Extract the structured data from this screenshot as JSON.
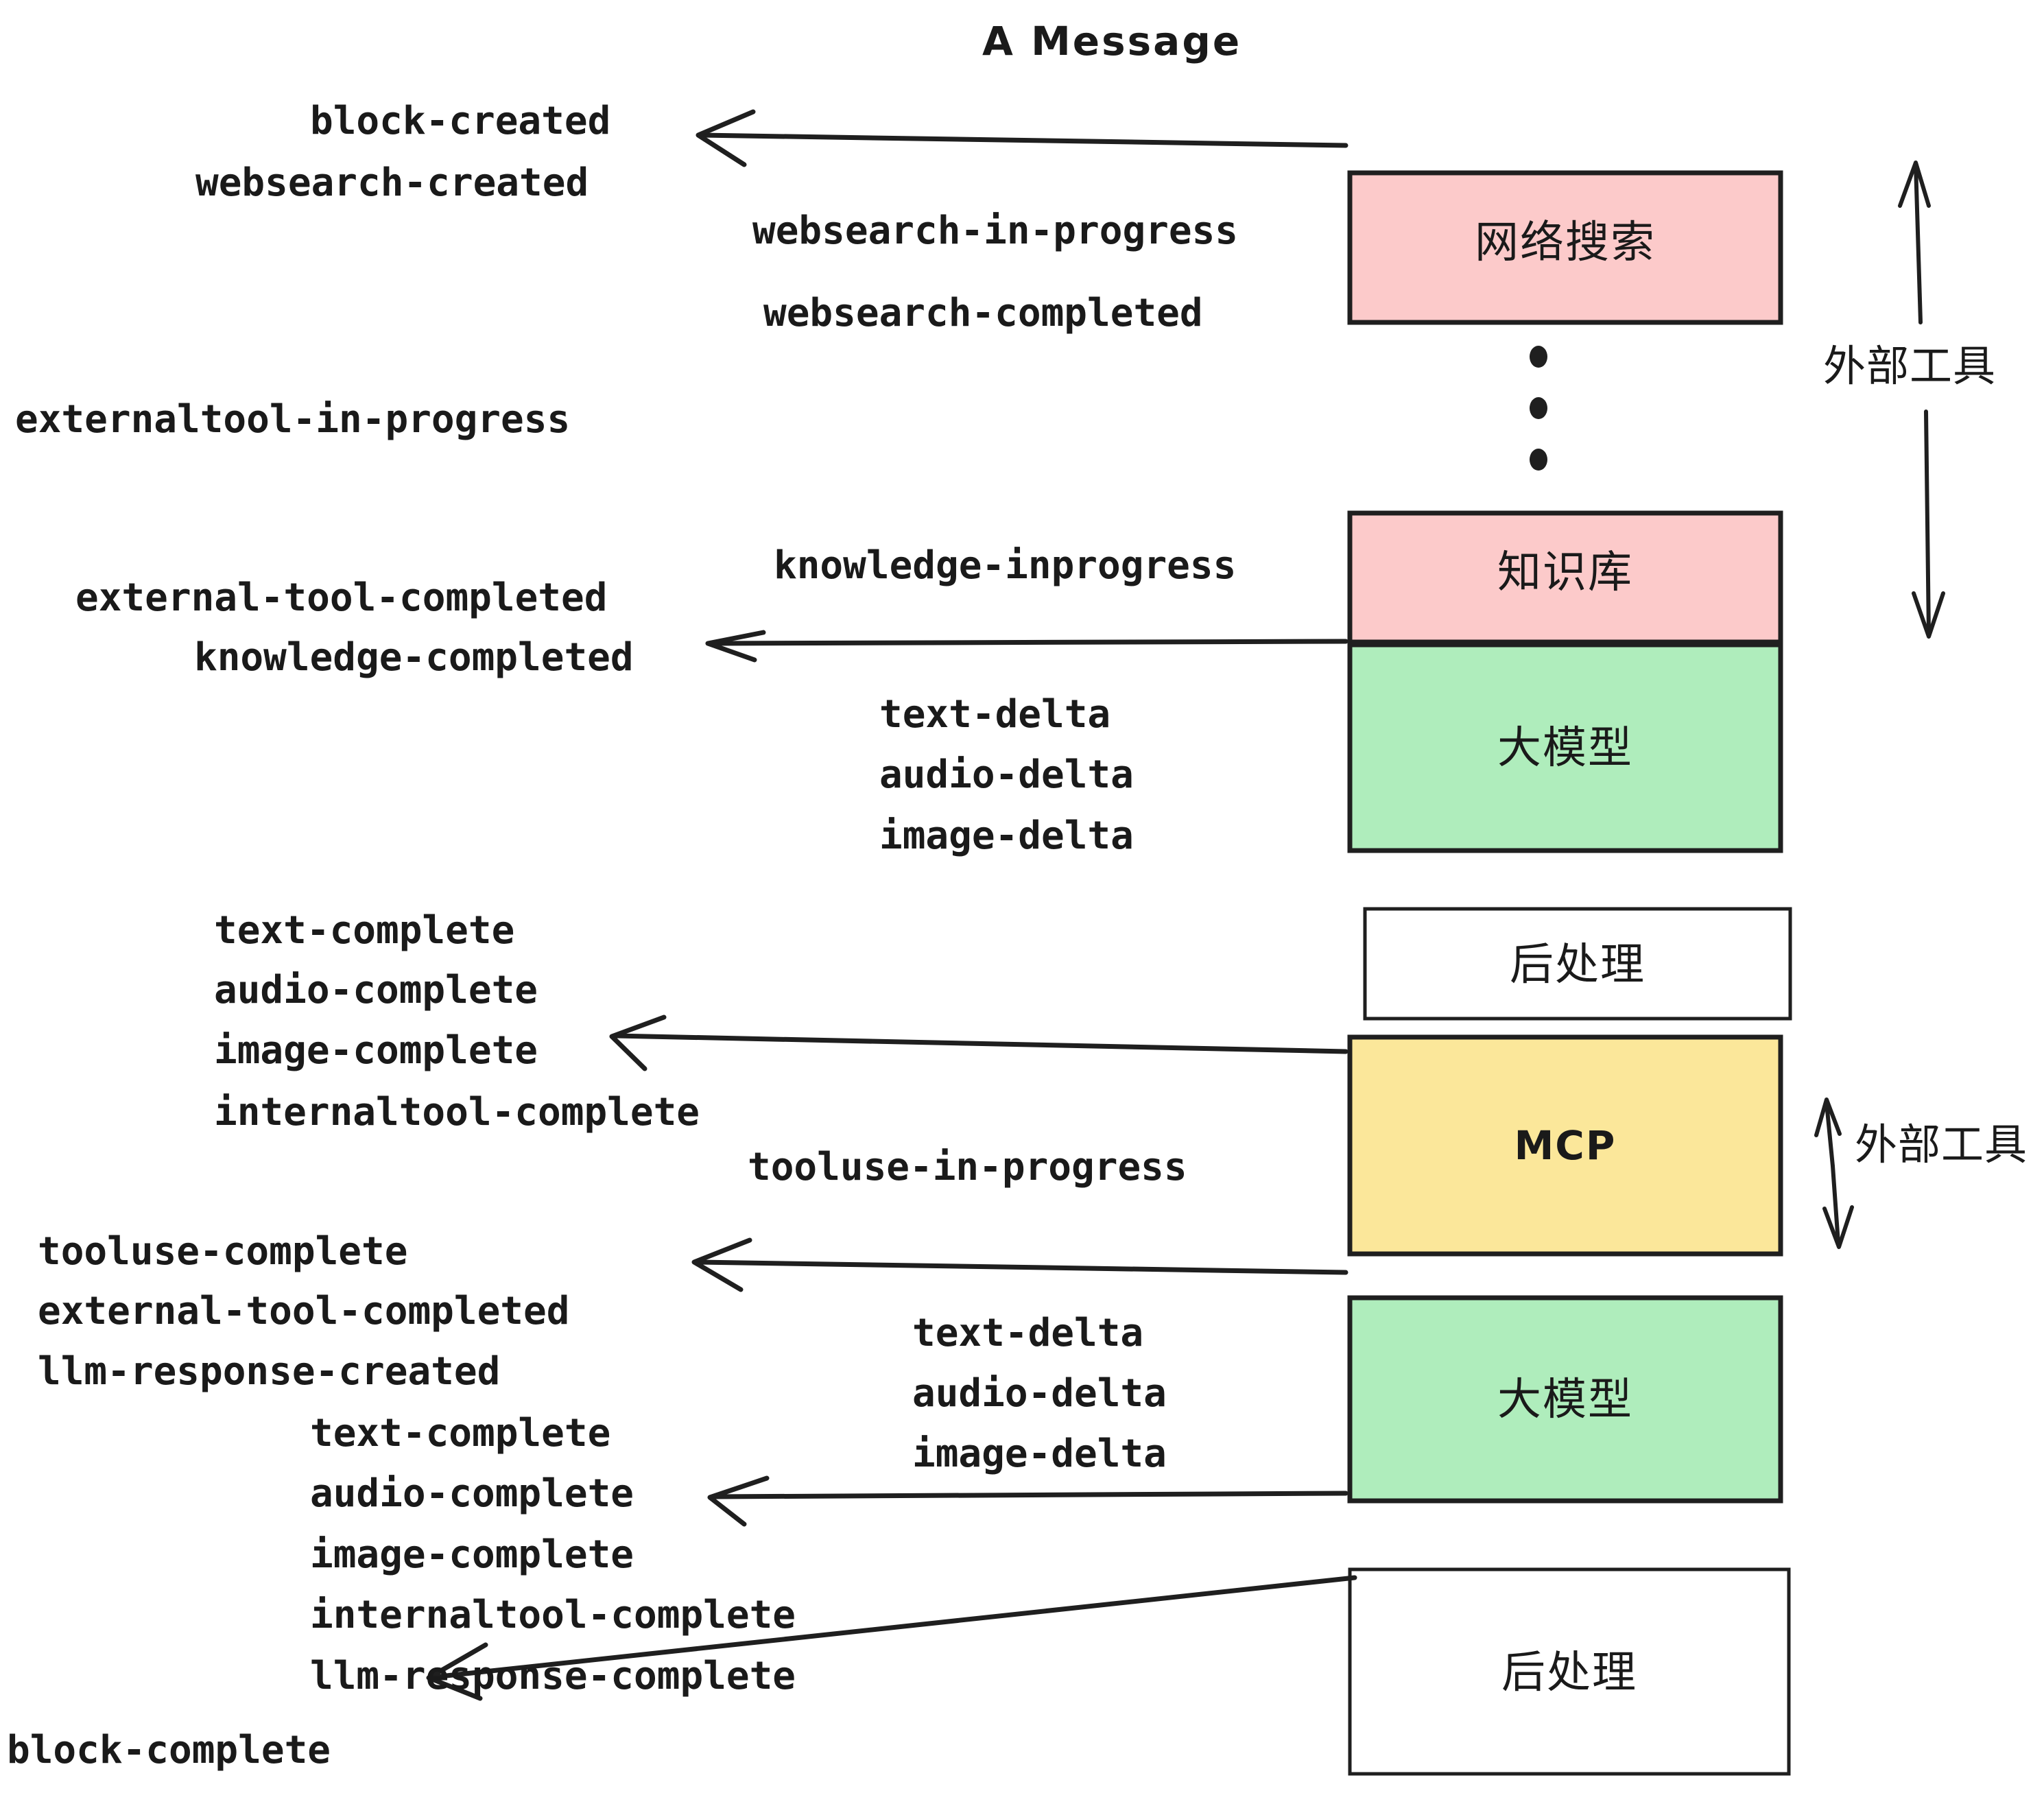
{
  "title": "A Message",
  "colors": {
    "pink": "#FCCACA",
    "green": "#AFEDBC",
    "yellow": "#FBE79A",
    "white": "#FFFFFF",
    "stroke": "#1F1F1F",
    "text": "#1A1A1A"
  },
  "boxes": {
    "websearch": "网络搜索",
    "knowledge": "知识库",
    "llm_top": "大模型",
    "postprocess_top": "后处理",
    "mcp": "MCP",
    "llm_bottom": "大模型",
    "postprocess_bottom": "后处理"
  },
  "side_labels": {
    "external_tool_top": "外部工具",
    "external_tool_bottom": "外部工具"
  },
  "events": {
    "group_block_created": [
      "block-created",
      "websearch-created"
    ],
    "group_websearch": [
      "websearch-in-progress",
      "websearch-completed"
    ],
    "externaltool_in_progress": "externaltool-in-progress",
    "knowledge_inprogress": "knowledge-inprogress",
    "group_knowledge_done": [
      "external-tool-completed",
      "knowledge-completed"
    ],
    "group_delta_top": [
      "text-delta",
      "audio-delta",
      "image-delta"
    ],
    "group_complete_mid": [
      "text-complete",
      "audio-complete",
      "image-complete",
      "internaltool-complete"
    ],
    "tooluse_in_progress": "tooluse-in-progress",
    "group_tooluse_done": [
      "tooluse-complete",
      "external-tool-completed",
      "llm-response-created"
    ],
    "group_delta_bottom": [
      "text-delta",
      "audio-delta",
      "image-delta"
    ],
    "group_complete_bottom": [
      "text-complete",
      "audio-complete",
      "image-complete",
      "internaltool-complete",
      "llm-response-complete"
    ],
    "block_complete": "block-complete"
  }
}
